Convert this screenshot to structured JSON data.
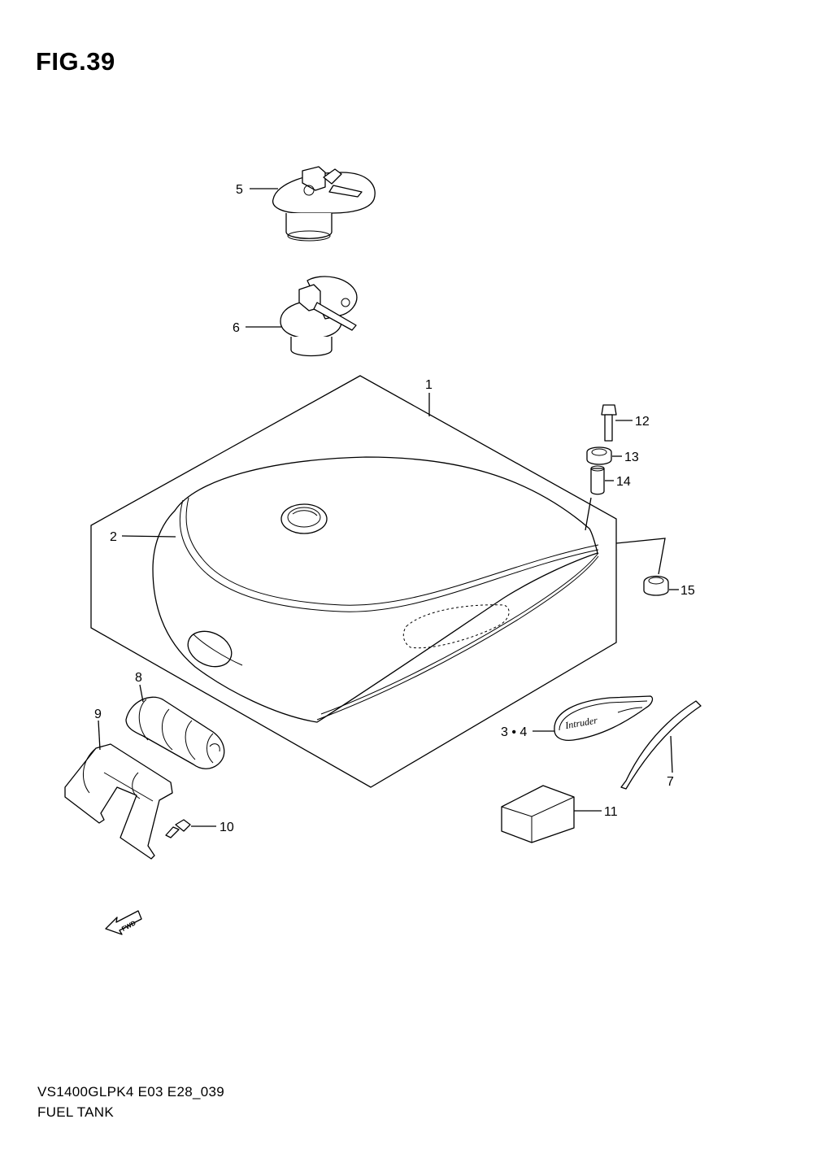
{
  "figure": {
    "title": "FIG.39"
  },
  "footer": {
    "model": "VS1400GLPK4 E03 E28_039",
    "name": "FUEL TANK"
  },
  "badge_text": "Intruder",
  "fwd_label": "FWD",
  "callouts": {
    "p1": "1",
    "p2": "2",
    "p34": "3 • 4",
    "p5": "5",
    "p6": "6",
    "p7": "7",
    "p8": "8",
    "p9": "9",
    "p10": "10",
    "p11": "11",
    "p12": "12",
    "p13": "13",
    "p14": "14",
    "p15": "15"
  }
}
